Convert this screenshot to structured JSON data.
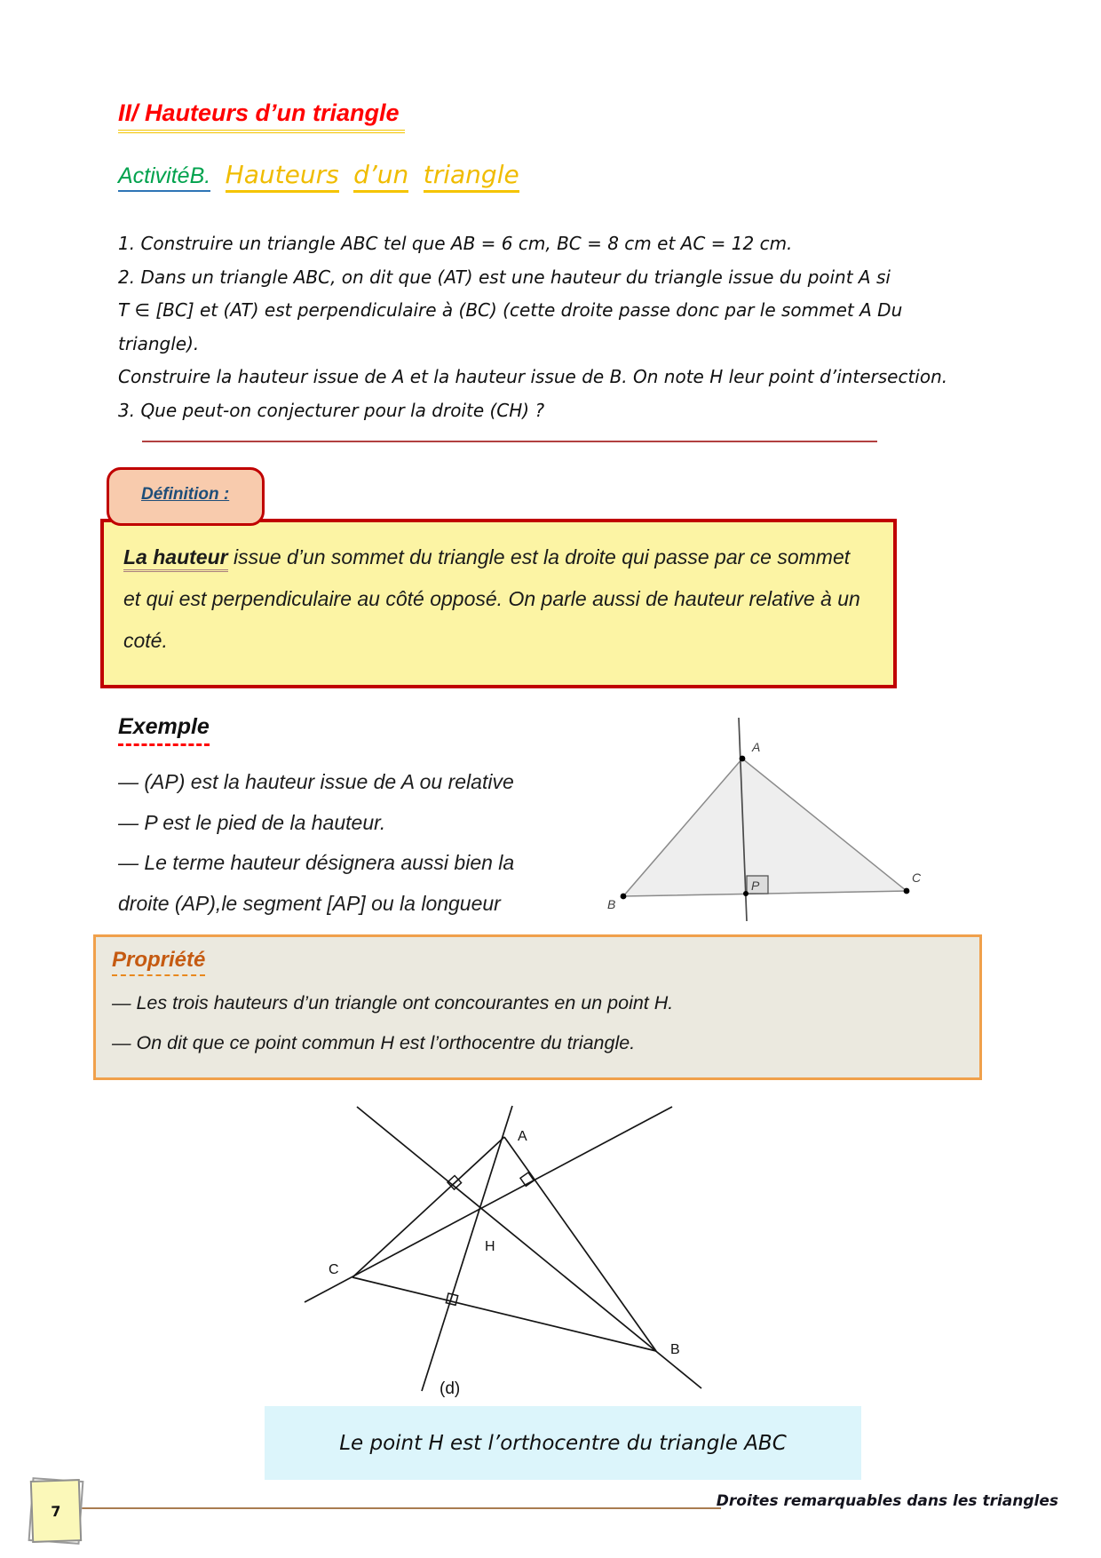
{
  "colors": {
    "title_red": "#FF0000",
    "gold_underline": "#F2C400",
    "activity_green": "#00A24D",
    "activity_blue_underline": "#2E75B6",
    "dark_red_border": "#C00000",
    "definition_tab_bg": "#F8CBAD",
    "definition_label_blue": "#1F4E79",
    "definition_box_bg": "#FCF4A4",
    "property_border_orange": "#F0A04B",
    "property_heading_orange": "#C55A11",
    "property_box_bg": "#EBE9DF",
    "caption_bg": "#DCF5FB",
    "sticky_note_bg": "#FBF8B9",
    "footer_line_brown": "#A97C50"
  },
  "header": {
    "section_title": "II/ Hauteurs d’un triangle",
    "activity_label": "ActivitéB.",
    "activity_words": [
      "Hauteurs",
      "d’un",
      "triangle"
    ]
  },
  "intro": {
    "lines": [
      "1. Construire un triangle ABC tel que AB = 6 cm, BC = 8 cm et AC = 12 cm.",
      "2. Dans un triangle ABC, on dit que (AT) est une hauteur du triangle issue du point A si",
      "T ∈  [BC] et  (AT) est perpendiculaire à (BC) (cette droite passe donc par le sommet A Du",
      "triangle).",
      "Construire la hauteur issue de A et la hauteur issue de B. On note H leur point d’intersection.",
      "3. Que peut-on conjecturer pour la droite (CH) ?"
    ]
  },
  "definition": {
    "tab_label": "Définition :",
    "lead": "La hauteur",
    "body": " issue d’un sommet du triangle est la droite qui passe par ce sommet et qui est perpendiculaire au côté opposé. On parle aussi de hauteur relative à un coté."
  },
  "example": {
    "heading": "Exemple",
    "lines": [
      "— (AP) est la hauteur issue de A ou relative",
      "— P est le pied de la hauteur.",
      "— Le terme hauteur désignera aussi bien la",
      "droite (AP),le segment [AP] ou la longueur"
    ],
    "figure_labels": {
      "A": "A",
      "B": "B",
      "C": "C",
      "P": "P"
    }
  },
  "property": {
    "heading": "Propriété",
    "lines": [
      "— Les trois hauteurs d’un triangle ont concourantes en un point H.",
      "— On dit que ce point commun H est l’orthocentre du triangle."
    ]
  },
  "orthocenter_figure": {
    "labels": {
      "A": "A",
      "B": "B",
      "C": "C",
      "H": "H",
      "d": "(d)"
    },
    "caption": "Le point H est l’orthocentre du triangle ABC"
  },
  "footer": {
    "page_number": "7",
    "book_title": "Droites remarquables dans les triangles"
  }
}
